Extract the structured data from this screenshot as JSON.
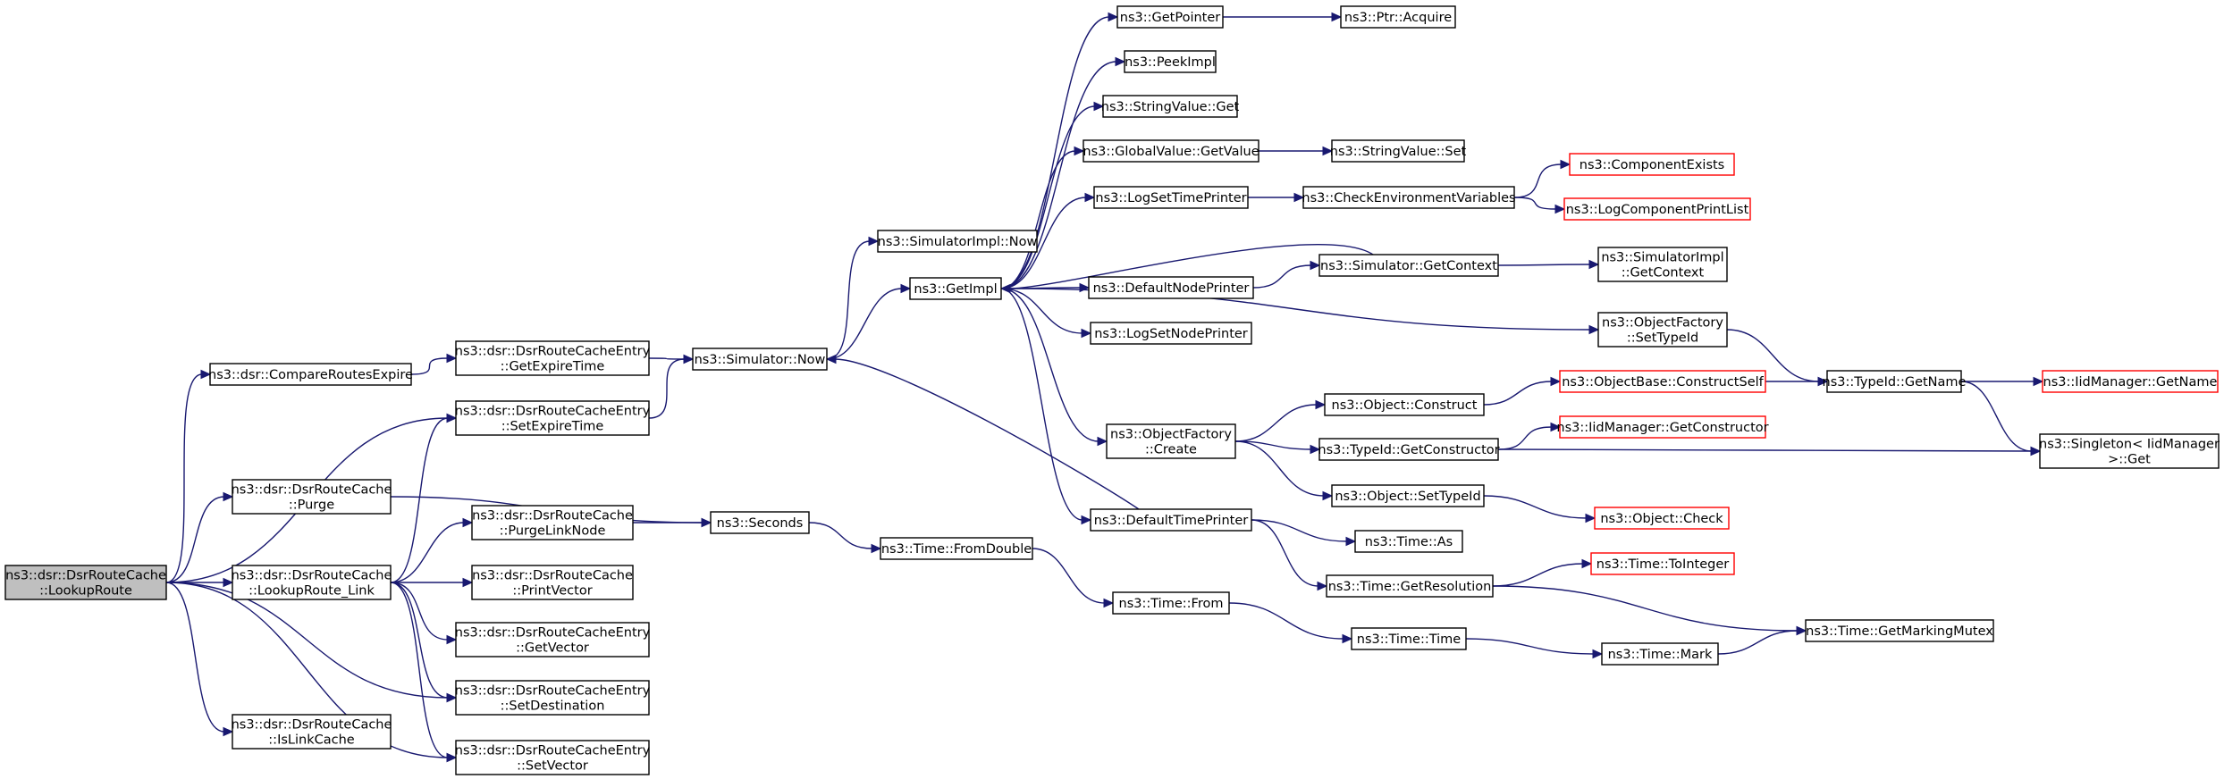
{
  "graph": {
    "nodes": [
      {
        "id": "lookup_route",
        "lines": [
          "ns3::dsr::DsrRouteCache",
          "::LookupRoute"
        ],
        "style": "root"
      },
      {
        "id": "compare_expire",
        "lines": [
          "ns3::dsr::CompareRoutesExpire"
        ]
      },
      {
        "id": "purge",
        "lines": [
          "ns3::dsr::DsrRouteCache",
          "::Purge"
        ]
      },
      {
        "id": "lookup_route_link",
        "lines": [
          "ns3::dsr::DsrRouteCache",
          "::LookupRoute_Link"
        ]
      },
      {
        "id": "is_link_cache",
        "lines": [
          "ns3::dsr::DsrRouteCache",
          "::IsLinkCache"
        ]
      },
      {
        "id": "get_expire_time",
        "lines": [
          "ns3::dsr::DsrRouteCacheEntry",
          "::GetExpireTime"
        ]
      },
      {
        "id": "set_expire_time",
        "lines": [
          "ns3::dsr::DsrRouteCacheEntry",
          "::SetExpireTime"
        ]
      },
      {
        "id": "purge_link_node",
        "lines": [
          "ns3::dsr::DsrRouteCache",
          "::PurgeLinkNode"
        ]
      },
      {
        "id": "print_vector",
        "lines": [
          "ns3::dsr::DsrRouteCache",
          "::PrintVector"
        ]
      },
      {
        "id": "get_vector",
        "lines": [
          "ns3::dsr::DsrRouteCacheEntry",
          "::GetVector"
        ]
      },
      {
        "id": "set_destination",
        "lines": [
          "ns3::dsr::DsrRouteCacheEntry",
          "::SetDestination"
        ]
      },
      {
        "id": "set_vector",
        "lines": [
          "ns3::dsr::DsrRouteCacheEntry",
          "::SetVector"
        ]
      },
      {
        "id": "simulator_now",
        "lines": [
          "ns3::Simulator::Now"
        ]
      },
      {
        "id": "seconds",
        "lines": [
          "ns3::Seconds"
        ]
      },
      {
        "id": "simulatorimpl_now",
        "lines": [
          "ns3::SimulatorImpl::Now"
        ]
      },
      {
        "id": "get_impl",
        "lines": [
          "ns3::GetImpl"
        ]
      },
      {
        "id": "time_fromdouble",
        "lines": [
          "ns3::Time::FromDouble"
        ]
      },
      {
        "id": "get_pointer",
        "lines": [
          "ns3::GetPointer"
        ]
      },
      {
        "id": "peek_impl",
        "lines": [
          "ns3::PeekImpl"
        ]
      },
      {
        "id": "stringvalue_get",
        "lines": [
          "ns3::StringValue::Get"
        ]
      },
      {
        "id": "globalvalue_getvalue",
        "lines": [
          "ns3::GlobalValue::GetValue"
        ]
      },
      {
        "id": "log_set_time_printer",
        "lines": [
          "ns3::LogSetTimePrinter"
        ]
      },
      {
        "id": "default_node_printer",
        "lines": [
          "ns3::DefaultNodePrinter"
        ]
      },
      {
        "id": "log_set_node_printer",
        "lines": [
          "ns3::LogSetNodePrinter"
        ]
      },
      {
        "id": "objectfactory_create",
        "lines": [
          "ns3::ObjectFactory",
          "::Create"
        ]
      },
      {
        "id": "default_time_printer",
        "lines": [
          "ns3::DefaultTimePrinter"
        ]
      },
      {
        "id": "time_from",
        "lines": [
          "ns3::Time::From"
        ]
      },
      {
        "id": "ptr_acquire",
        "lines": [
          "ns3::Ptr::Acquire"
        ]
      },
      {
        "id": "stringvalue_set",
        "lines": [
          "ns3::StringValue::Set"
        ]
      },
      {
        "id": "check_env_vars",
        "lines": [
          "ns3::CheckEnvironmentVariables"
        ]
      },
      {
        "id": "simulator_getcontext",
        "lines": [
          "ns3::Simulator::GetContext"
        ]
      },
      {
        "id": "object_construct",
        "lines": [
          "ns3::Object::Construct"
        ]
      },
      {
        "id": "typeid_getconstructor",
        "lines": [
          "ns3::TypeId::GetConstructor"
        ]
      },
      {
        "id": "object_settypeid",
        "lines": [
          "ns3::Object::SetTypeId"
        ]
      },
      {
        "id": "time_as",
        "lines": [
          "ns3::Time::As"
        ]
      },
      {
        "id": "time_getresolution",
        "lines": [
          "ns3::Time::GetResolution"
        ]
      },
      {
        "id": "time_time",
        "lines": [
          "ns3::Time::Time"
        ]
      },
      {
        "id": "component_exists",
        "lines": [
          "ns3::ComponentExists"
        ],
        "style": "red"
      },
      {
        "id": "log_component_print_list",
        "lines": [
          "ns3::LogComponentPrintList"
        ],
        "style": "red"
      },
      {
        "id": "simulatorimpl_getcontext",
        "lines": [
          "ns3::SimulatorImpl",
          "::GetContext"
        ]
      },
      {
        "id": "objectfactory_settypeid",
        "lines": [
          "ns3::ObjectFactory",
          "::SetTypeId"
        ]
      },
      {
        "id": "objectbase_constructself",
        "lines": [
          "ns3::ObjectBase::ConstructSelf"
        ],
        "style": "red"
      },
      {
        "id": "iidmanager_getconstructor",
        "lines": [
          "ns3::IidManager::GetConstructor"
        ],
        "style": "red"
      },
      {
        "id": "object_check",
        "lines": [
          "ns3::Object::Check"
        ],
        "style": "red"
      },
      {
        "id": "time_tointeger",
        "lines": [
          "ns3::Time::ToInteger"
        ],
        "style": "red"
      },
      {
        "id": "time_mark",
        "lines": [
          "ns3::Time::Mark"
        ]
      },
      {
        "id": "typeid_getname",
        "lines": [
          "ns3::TypeId::GetName"
        ]
      },
      {
        "id": "time_getmarkingmutex",
        "lines": [
          "ns3::Time::GetMarkingMutex"
        ]
      },
      {
        "id": "iidmanager_getname",
        "lines": [
          "ns3::IidManager::GetName"
        ],
        "style": "red"
      },
      {
        "id": "singleton_get",
        "lines": [
          "ns3::Singleton< IidManager",
          ">::Get"
        ]
      }
    ],
    "edges": [
      [
        "lookup_route",
        "compare_expire"
      ],
      [
        "lookup_route",
        "set_expire_time"
      ],
      [
        "lookup_route",
        "purge"
      ],
      [
        "lookup_route",
        "lookup_route_link"
      ],
      [
        "lookup_route",
        "set_destination"
      ],
      [
        "lookup_route",
        "is_link_cache"
      ],
      [
        "lookup_route",
        "set_vector"
      ],
      [
        "compare_expire",
        "get_expire_time"
      ],
      [
        "get_expire_time",
        "simulator_now"
      ],
      [
        "set_expire_time",
        "simulator_now"
      ],
      [
        "purge",
        "seconds"
      ],
      [
        "lookup_route_link",
        "set_expire_time"
      ],
      [
        "lookup_route_link",
        "purge_link_node"
      ],
      [
        "lookup_route_link",
        "print_vector"
      ],
      [
        "lookup_route_link",
        "get_vector"
      ],
      [
        "lookup_route_link",
        "set_destination"
      ],
      [
        "lookup_route_link",
        "set_vector"
      ],
      [
        "purge_link_node",
        "seconds"
      ],
      [
        "simulator_now",
        "simulatorimpl_now"
      ],
      [
        "simulator_now",
        "get_impl"
      ],
      [
        "seconds",
        "time_fromdouble"
      ],
      [
        "time_fromdouble",
        "time_from"
      ],
      [
        "time_from",
        "time_time"
      ],
      [
        "time_time",
        "time_mark"
      ],
      [
        "time_mark",
        "time_getmarkingmutex"
      ],
      [
        "get_impl",
        "get_pointer"
      ],
      [
        "get_impl",
        "peek_impl"
      ],
      [
        "get_impl",
        "stringvalue_get"
      ],
      [
        "get_impl",
        "globalvalue_getvalue"
      ],
      [
        "get_impl",
        "log_set_time_printer"
      ],
      [
        "get_impl",
        "default_node_printer"
      ],
      [
        "get_impl",
        "log_set_node_printer"
      ],
      [
        "get_impl",
        "objectfactory_create"
      ],
      [
        "get_impl",
        "default_time_printer"
      ],
      [
        "get_impl",
        "objectfactory_settypeid"
      ],
      [
        "get_pointer",
        "ptr_acquire"
      ],
      [
        "globalvalue_getvalue",
        "stringvalue_set"
      ],
      [
        "log_set_time_printer",
        "check_env_vars"
      ],
      [
        "check_env_vars",
        "component_exists"
      ],
      [
        "check_env_vars",
        "log_component_print_list"
      ],
      [
        "default_node_printer",
        "simulator_getcontext"
      ],
      [
        "simulator_getcontext",
        "get_impl"
      ],
      [
        "simulator_getcontext",
        "simulatorimpl_getcontext"
      ],
      [
        "objectfactory_create",
        "object_construct"
      ],
      [
        "objectfactory_create",
        "typeid_getconstructor"
      ],
      [
        "objectfactory_create",
        "object_settypeid"
      ],
      [
        "object_construct",
        "objectbase_constructself"
      ],
      [
        "objectbase_constructself",
        "typeid_getname"
      ],
      [
        "typeid_getconstructor",
        "iidmanager_getconstructor"
      ],
      [
        "typeid_getconstructor",
        "singleton_get"
      ],
      [
        "object_settypeid",
        "object_check"
      ],
      [
        "objectfactory_settypeid",
        "typeid_getname"
      ],
      [
        "typeid_getname",
        "iidmanager_getname"
      ],
      [
        "typeid_getname",
        "singleton_get"
      ],
      [
        "default_time_printer",
        "simulator_now"
      ],
      [
        "default_time_printer",
        "time_as"
      ],
      [
        "default_time_printer",
        "time_getresolution"
      ],
      [
        "time_getresolution",
        "time_tointeger"
      ],
      [
        "time_getresolution",
        "time_getmarkingmutex"
      ]
    ]
  }
}
